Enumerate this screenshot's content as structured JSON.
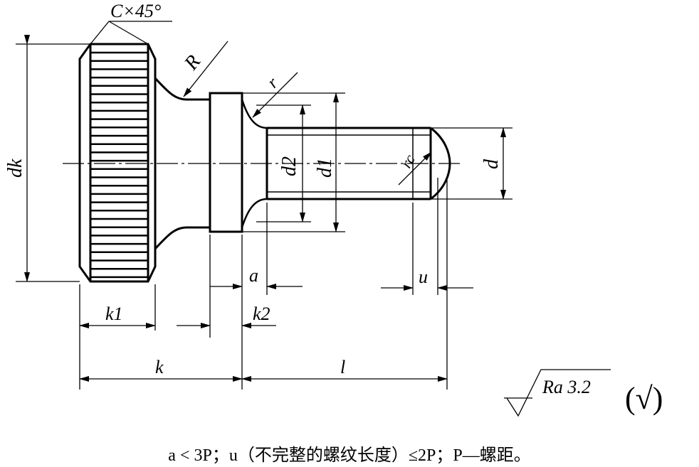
{
  "labels": {
    "chamfer": "C×45°",
    "R": "R",
    "r": "r",
    "rc": "rc",
    "dk": "dk",
    "d2": "d2",
    "d1": "d1",
    "d": "d",
    "a": "a",
    "u": "u",
    "k1": "k1",
    "k2": "k2",
    "k": "k",
    "l": "l"
  },
  "roughness": {
    "value": "Ra 3.2",
    "other": "(√)"
  },
  "caption": "a < 3P；u（不完整的螺纹长度）≤2P；P—螺距。"
}
